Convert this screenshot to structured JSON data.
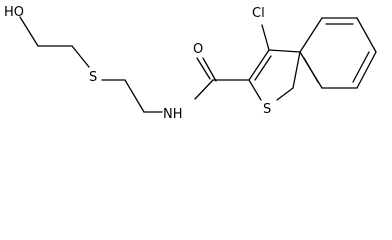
{
  "molecule": {
    "atom_labels": {
      "hydroxyl": "HO",
      "thioether_sulfur": "S",
      "amide_nitrogen": "NH",
      "carbonyl_oxygen": "O",
      "chlorine": "Cl",
      "ring_sulfur": "S"
    },
    "colors": {
      "line": "#000000",
      "background": "#ffffff"
    }
  }
}
